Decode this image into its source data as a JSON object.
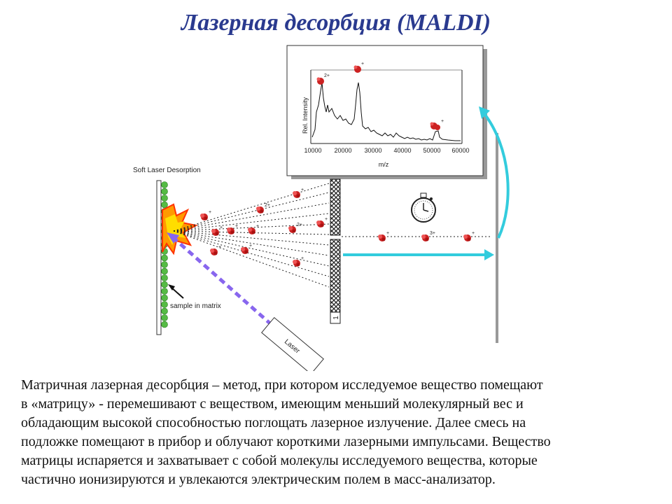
{
  "title": "Лазерная десорбция (MALDI)",
  "diagram": {
    "soft_laser_label": "Soft Laser Desorption",
    "sample_label": "sample in matrix",
    "laser_label": "Laser",
    "detector_label": "1",
    "spectrum": {
      "ylabel": "Rel. Intensity",
      "xlabel": "m/z",
      "x_ticks": [
        "10000",
        "20000",
        "30000",
        "40000",
        "50000",
        "60000"
      ],
      "peak_labels": [
        "2+",
        "+",
        "+"
      ]
    },
    "ion_charges": [
      "+",
      "2+",
      "+",
      "+",
      "+",
      "2+",
      "+",
      "+",
      "+",
      "+",
      "+",
      "+",
      "3+"
    ]
  },
  "paragraph": {
    "lines": [
      "Матричная лазерная десорбция – метод, при котором исследуемое вещество помещают",
      "в «матрицу» - перемешивают с веществом, имеющим меньший молекулярный вес и",
      "обладающим высокой способностью поглощать лазерное излучение. Далее смесь на",
      "подложке помещают в прибор и облучают короткими лазерными импульсами. Вещество",
      "матрицы испаряется и захватывает с собой молекулы исследуемого вещества, которые",
      "частично ионизируются и увлекаются электрическим полем в масс-анализатор."
    ]
  },
  "colors": {
    "title": "#2a3a8f",
    "arrow": "#33ccdd",
    "laser_beam": "#8866ee",
    "ion": "#cc2222",
    "sample_bead": "#55bb44"
  }
}
